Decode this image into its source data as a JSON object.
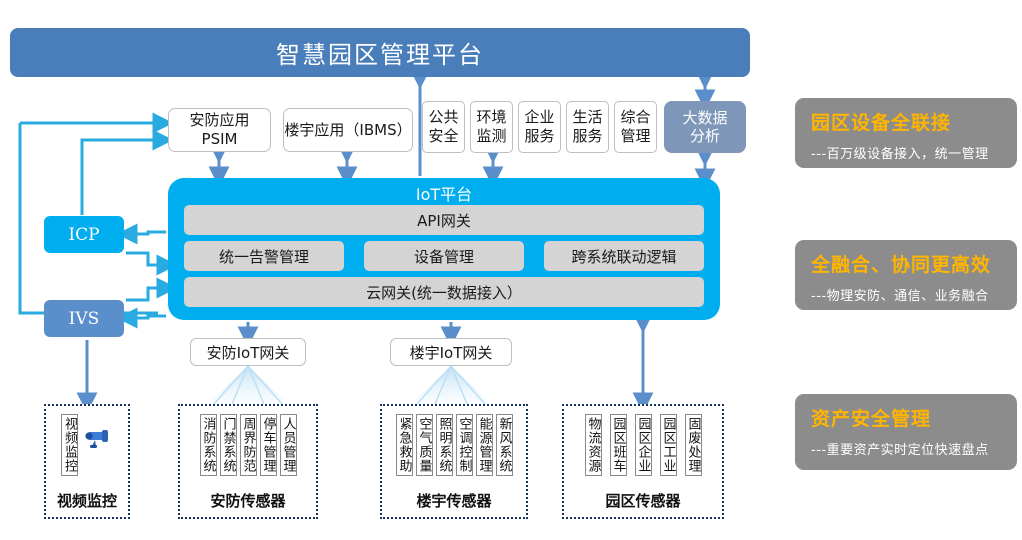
{
  "title": {
    "text": "智慧园区管理平台"
  },
  "apps": {
    "psim": "安防应用\nPSIM",
    "psim_line1": "安防应用",
    "psim_line2": "PSIM",
    "ibms": "楼宇应用（IBMS）",
    "small": [
      {
        "l1": "公共",
        "l2": "安全"
      },
      {
        "l1": "环境",
        "l2": "监测"
      },
      {
        "l1": "企业",
        "l2": "服务"
      },
      {
        "l1": "生活",
        "l2": "服务"
      },
      {
        "l1": "综合",
        "l2": "管理"
      }
    ],
    "bigdata_l1": "大数据",
    "bigdata_l2": "分析"
  },
  "side": {
    "icp": "ICP",
    "ivs": "IVS"
  },
  "iot": {
    "title": "IoT平台",
    "api": "API网关",
    "block1": "统一告警管理",
    "block2": "设备管理",
    "block3": "跨系统联动逻辑",
    "cloud": "云网关(统一数据接入）"
  },
  "gateways": {
    "security": "安防IoT网关",
    "building": "楼宇IoT网关"
  },
  "groups": [
    {
      "name": "视频监控",
      "items": [
        "视频监控"
      ]
    },
    {
      "name": "安防传感器",
      "items": [
        "消防系统",
        "门禁系统",
        "周界防范",
        "停车管理",
        "人员管理"
      ]
    },
    {
      "name": "楼宇传感器",
      "items": [
        "紧急救助",
        "空气质量",
        "照明系统",
        "空调控制",
        "能源管理",
        "新风系统"
      ]
    },
    {
      "name": "园区传感器",
      "items": [
        "物流资源",
        "园区班车",
        "园区企业",
        "园区工业",
        "固废处理"
      ]
    }
  ],
  "cards": [
    {
      "title": "园区设备全联接",
      "sub": "---百万级设备接入，统一管理"
    },
    {
      "title": "全融合、协同更高效",
      "sub": "---物理安防、通信、业务融合"
    },
    {
      "title": "资产安全管理",
      "sub": "---重要资产实时定位快速盘点"
    }
  ],
  "colors": {
    "title_bar": "#4A7EBB",
    "iot_platform": "#00AEEF",
    "iot_inner": "#D4D4D4",
    "icp": "#00AEEF",
    "ivs": "#5B8FCB",
    "bigdata": "#7E96B8",
    "card_bg": "#8C8C8C",
    "card_title": "#FFB400",
    "arrow_blue": "#5B8FCB",
    "connector_cyan": "#29ABE2",
    "group_border": "#16315E"
  }
}
